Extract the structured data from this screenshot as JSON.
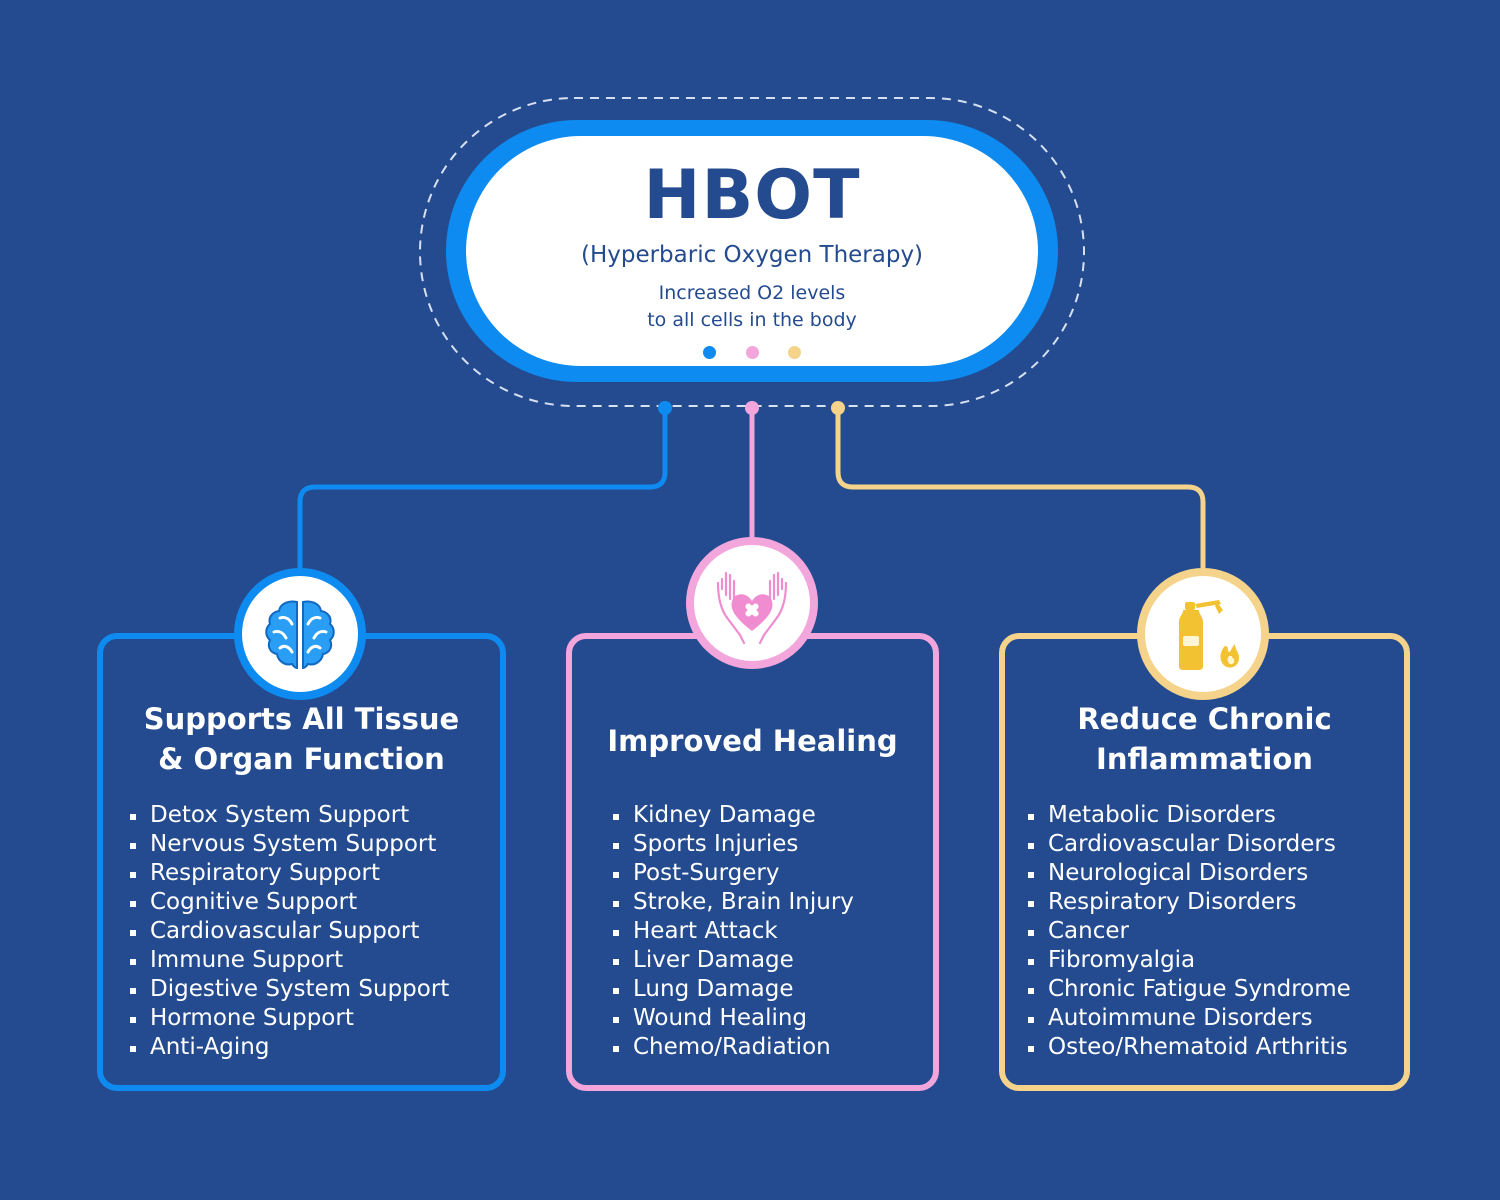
{
  "hub": {
    "title": "HBOT",
    "subtitle": "(Hyperbaric Oxygen Therapy)",
    "description_line1": "Increased O2 levels",
    "description_line2": "to all cells in the body"
  },
  "colors": {
    "background": "#244b8f",
    "blue": "#0e8bf0",
    "pink": "#f3a6dc",
    "yellow": "#f5d38a",
    "white": "#ffffff"
  },
  "branches": [
    {
      "title_line1": "Supports All Tissue",
      "title_line2": "& Organ Function",
      "icon": "brain-icon",
      "color": "#0e8bf0",
      "items": [
        "Detox System Support",
        "Nervous System Support",
        "Respiratory Support",
        "Cognitive Support",
        "Cardiovascular Support",
        "Immune Support",
        "Digestive System Support",
        "Hormone Support",
        "Anti-Aging"
      ]
    },
    {
      "title_line1": "Improved Healing",
      "title_line2": "",
      "icon": "hands-heart-icon",
      "color": "#f3a6dc",
      "items": [
        "Kidney Damage",
        "Sports Injuries",
        "Post-Surgery",
        "Stroke, Brain Injury",
        "Heart Attack",
        "Liver Damage",
        "Lung Damage",
        "Wound Healing",
        "Chemo/Radiation"
      ]
    },
    {
      "title_line1": "Reduce Chronic",
      "title_line2": "Inflammation",
      "icon": "fire-extinguisher-icon",
      "color": "#f5d38a",
      "items": [
        "Metabolic Disorders",
        "Cardiovascular Disorders",
        "Neurological Disorders",
        "Respiratory Disorders",
        "Cancer",
        "Fibromyalgia",
        "Chronic Fatigue Syndrome",
        "Autoimmune Disorders",
        "Osteo/Rhematoid Arthritis"
      ]
    }
  ]
}
